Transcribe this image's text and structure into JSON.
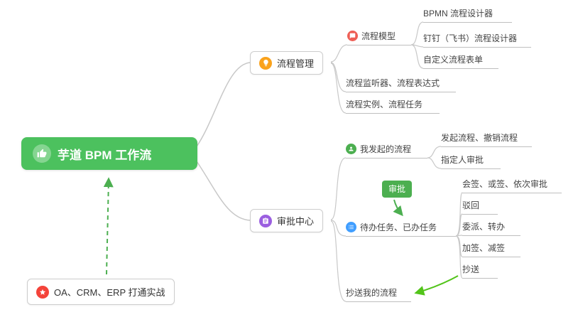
{
  "root": {
    "label": "芋道 BPM 工作流",
    "icon": "thumbs-up-icon",
    "bg_color": "#4cc15e"
  },
  "branches": {
    "process_mgmt": {
      "label": "流程管理",
      "icon": "bulb-icon",
      "icon_color": "#faa21b"
    },
    "approval_center": {
      "label": "审批中心",
      "icon": "clipboard-icon",
      "icon_color": "#9b5fe0"
    }
  },
  "nodes": {
    "process_model": "流程模型",
    "bpmn_designer": "BPMN 流程设计器",
    "dingtalk_designer": "钉钉（飞书）流程设计器",
    "custom_form": "自定义流程表单",
    "listener_expr": "流程监听器、流程表达式",
    "instance_task": "流程实例、流程任务",
    "my_initiated": "我发起的流程",
    "initiate_cancel": "发起流程、撤销流程",
    "assignee": "指定人审批",
    "todo_done": "待办任务、已办任务",
    "countersign": "会签、或签、依次审批",
    "reject": "驳回",
    "delegate": "委派、转办",
    "addsign": "加签、减签",
    "cc": "抄送",
    "cc_my": "抄送我的流程"
  },
  "badge": {
    "label": "审批",
    "bg_color": "#4caf50"
  },
  "note": {
    "label": "OA、CRM、ERP 打通实战",
    "icon": "star-icon",
    "icon_color": "#f4433a"
  },
  "colors": {
    "connector_gray": "#c8c8c8",
    "underline_gray": "#bfbfbf",
    "arrow_green": "#4caf50",
    "arrow_light_green": "#52c41a",
    "model_red": "#ee5f56",
    "initiated_green": "#4caf50",
    "todo_blue": "#409eff"
  }
}
